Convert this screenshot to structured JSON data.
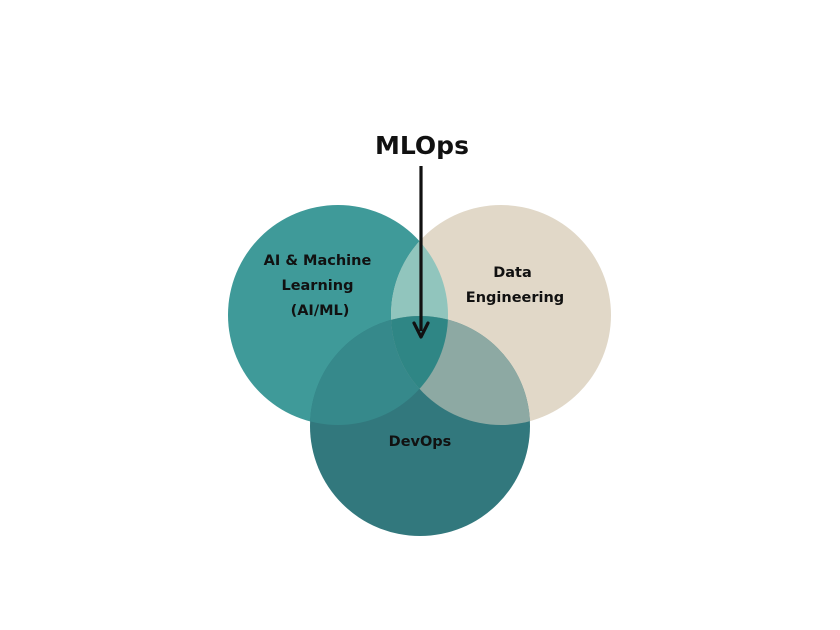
{
  "diagram": {
    "title": "MLOps",
    "sets": [
      {
        "name": "ai-ml",
        "label_lines": [
          "AI & Machine",
          "Learning",
          "(AI/ML)"
        ],
        "color": "#3f9a99"
      },
      {
        "name": "data-engineering",
        "label_lines": [
          "Data",
          "Engineering"
        ],
        "color": "#e1d8c8"
      },
      {
        "name": "devops",
        "label_lines": [
          "DevOps"
        ],
        "color": "#32787d"
      }
    ],
    "overlap_colors": {
      "ai_ml_and_data_engineering": "#91c5bd",
      "ai_ml_and_devops": "#36898b",
      "data_engineering_and_devops": "#8da9a3",
      "all_three": "#2f8685"
    },
    "arrow_color": "#111111"
  }
}
